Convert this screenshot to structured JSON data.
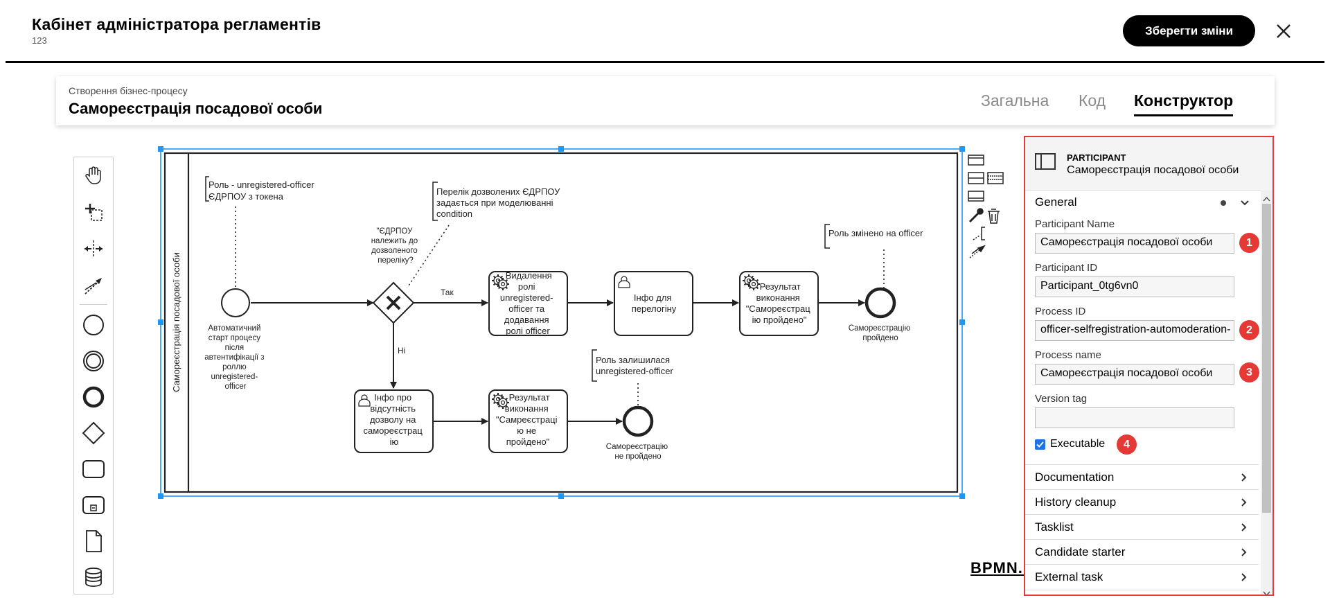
{
  "app": {
    "title": "Кабінет адміністратора регламентів",
    "subtitle": "123",
    "save_label": "Зберегти зміни"
  },
  "process_header": {
    "caption": "Створення бізнес-процесу",
    "title": "Самореєстрація посадової особи",
    "tabs": [
      {
        "label": "Загальна"
      },
      {
        "label": "Код"
      },
      {
        "label": "Конструктор",
        "active": true
      }
    ]
  },
  "palette": {
    "tools": [
      "hand-tool",
      "lasso-tool",
      "space-tool",
      "connect-tool",
      "start-event",
      "intermediate-event",
      "end-event",
      "gateway",
      "task",
      "subprocess",
      "data-object",
      "data-store"
    ]
  },
  "diagram": {
    "lane_label": "Самореєстрація посадової особи",
    "annotations": {
      "role_unregistered": [
        "Роль - unregistered-officer",
        "ЄДРПОУ з токена"
      ],
      "edrpou_list": [
        "Перелік дозволених ЄДРПОУ",
        "задається при моделюванні",
        "condition"
      ],
      "role_changed": [
        "Роль змінено на officer"
      ],
      "role_remained": [
        "Роль залишилася",
        "unregistered-officer"
      ]
    },
    "start_label": [
      "Автоматичний",
      "старт процесу",
      "після",
      "автентифікації з",
      "роллю",
      "unregistered-",
      "officer"
    ],
    "gateway_label": [
      "\"ЄДРПОУ",
      "належить до",
      "дозволеного",
      "переліку?"
    ],
    "flow_yes": "Так",
    "flow_no": "Ні",
    "tasks": {
      "remove_role": [
        "Видалення",
        "ролі",
        "unregistered-",
        "officer та",
        "додавання",
        "ролі officer"
      ],
      "info_relogin": [
        "Інфо для",
        "перелогіну"
      ],
      "result_ok": [
        "Результат",
        "виконання",
        "\"Самореєстрац",
        "ію пройдено\""
      ],
      "info_no_permission": [
        "Інфо про",
        "відсутність",
        "дозволу на",
        "самореєстрац",
        "ію"
      ],
      "result_fail": [
        "Результат",
        "виконання",
        "\"Самреєстраці",
        "ю не",
        "пройдено\""
      ]
    },
    "end_ok_label": [
      "Самореєстрацію",
      "пройдено"
    ],
    "end_fail_label": [
      "Самореєстрацію",
      "не пройдено"
    ]
  },
  "bpmn_logo": "BPMN.iO",
  "properties": {
    "type": "PARTICIPANT",
    "name": "Самореєстрація посадової особи",
    "group_title": "General",
    "fields": {
      "participant_name": {
        "label": "Participant Name",
        "value": "Самореєстрація посадової особи",
        "badge": "1"
      },
      "participant_id": {
        "label": "Participant ID",
        "value": "Participant_0tg6vn0"
      },
      "process_id": {
        "label": "Process ID",
        "value": "officer-selfregistration-automoderation-",
        "badge": "2"
      },
      "process_name": {
        "label": "Process name",
        "value": "Самореєстрація посадової особи",
        "badge": "3"
      },
      "version_tag": {
        "label": "Version tag",
        "value": ""
      },
      "executable": {
        "label": "Executable",
        "checked": true,
        "badge": "4"
      }
    },
    "sections": [
      "Documentation",
      "History cleanup",
      "Tasklist",
      "Candidate starter",
      "External task"
    ]
  },
  "colors": {
    "highlight_red": "#e53935",
    "selection_blue": "#2196f3",
    "checkbox_blue": "#1a73e8"
  }
}
